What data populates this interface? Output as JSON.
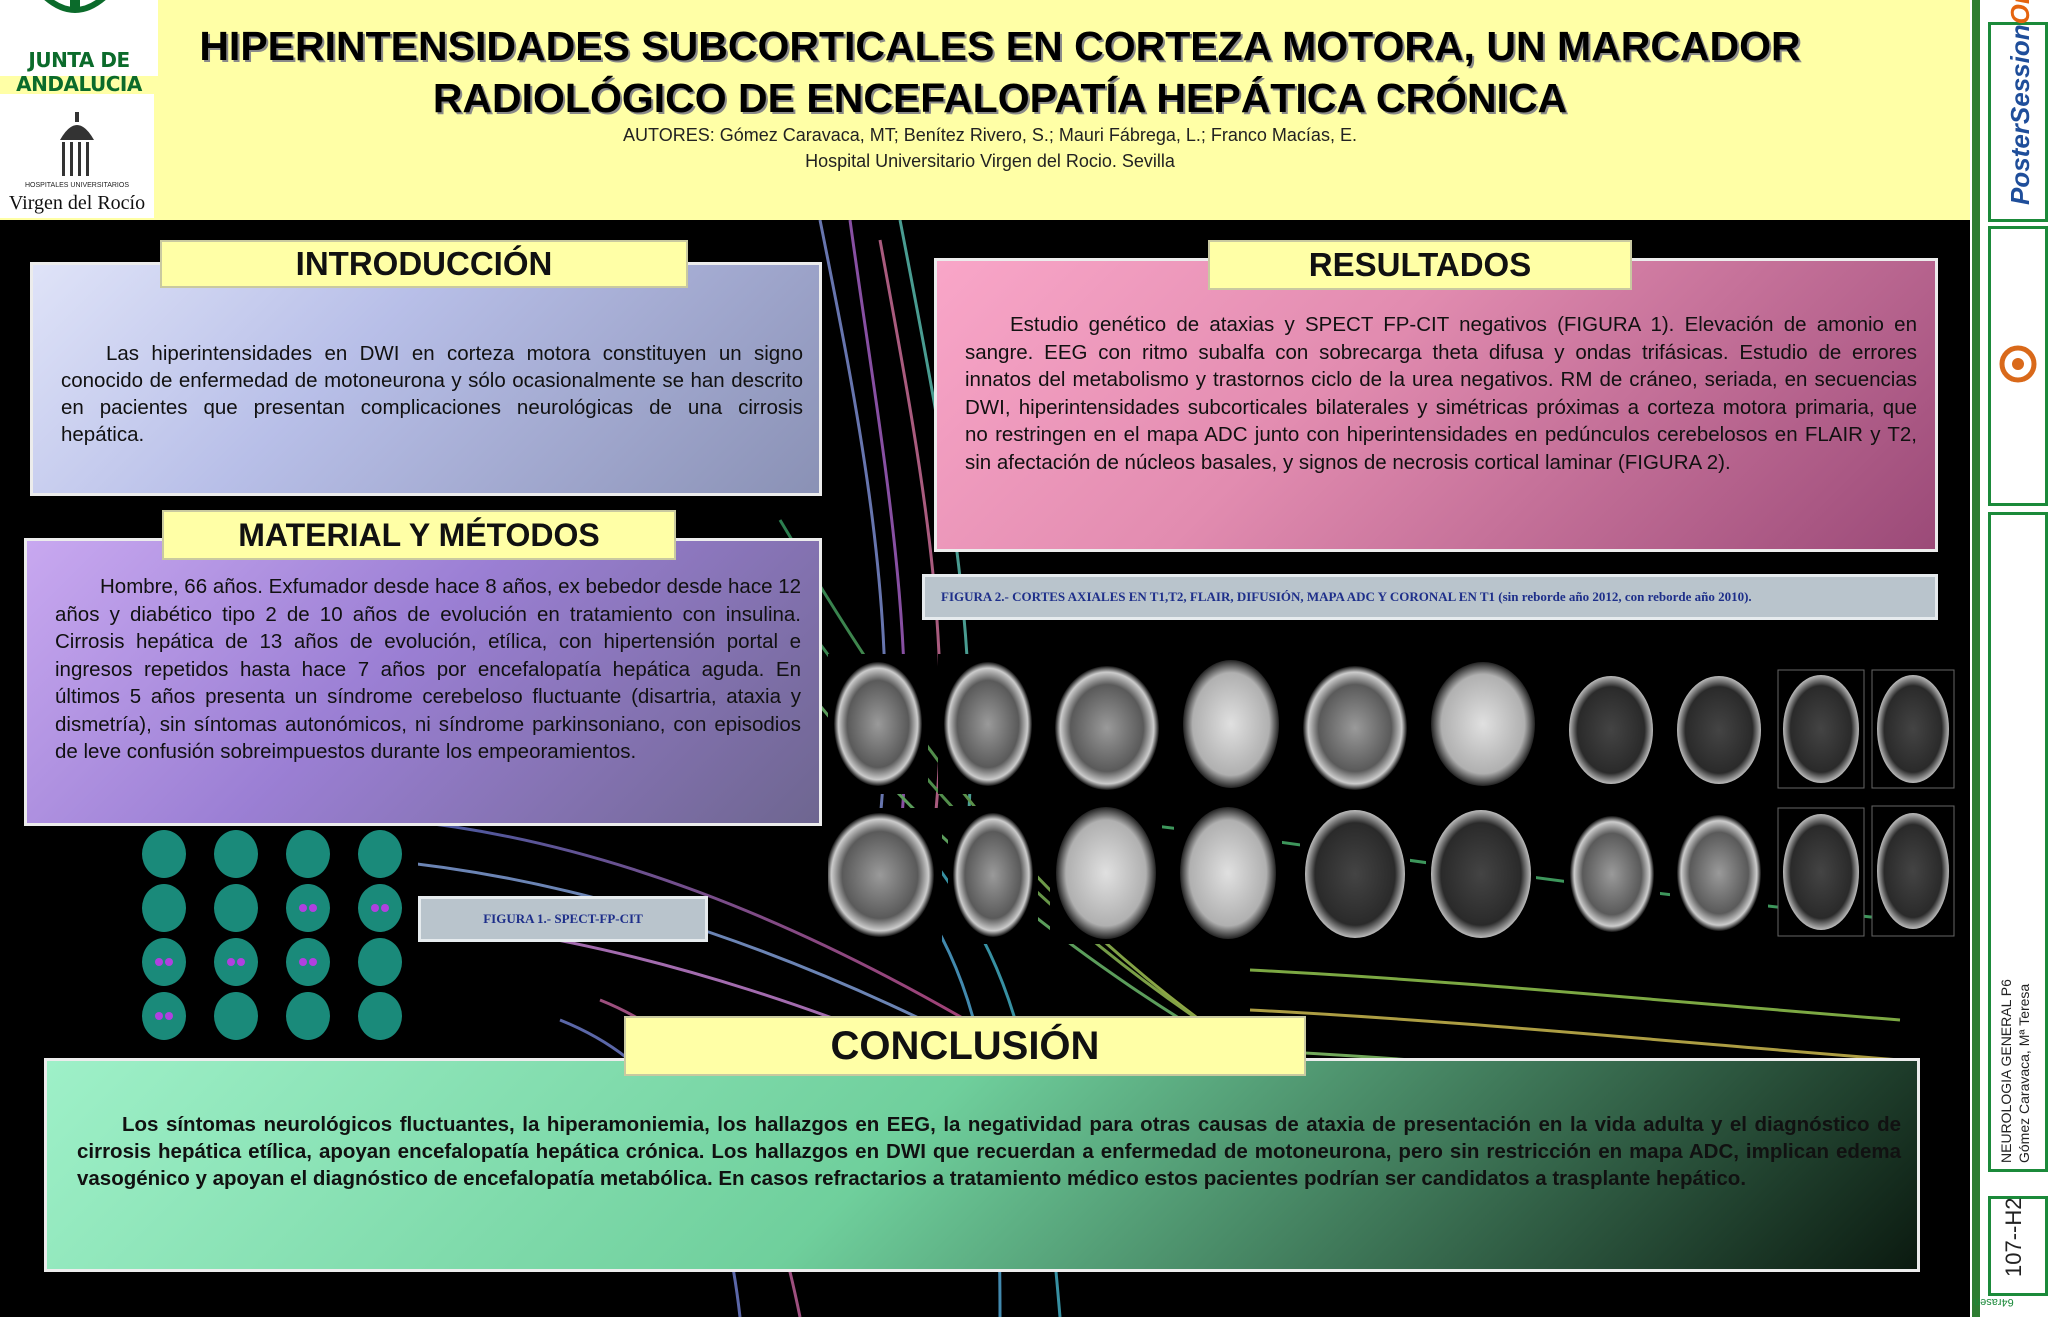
{
  "header": {
    "logo_junta_text": "JUNTA DE ANDALUCIA",
    "logo_hospital_small": "HOSPITALES UNIVERSITARIOS",
    "logo_hospital_name": "Virgen del Rocío",
    "title_line1": "HIPERINTENSIDADES SUBCORTICALES EN CORTEZA MOTORA, UN MARCADOR",
    "title_line2": "RADIOLÓGICO DE ENCEFALOPATÍA HEPÁTICA CRÓNICA",
    "authors": "AUTORES: Gómez Caravaca, MT; Benítez Rivero, S.; Mauri Fábrega, L.; Franco Macías, E.",
    "hospital": "Hospital Universitario Virgen del Rocio. Sevilla"
  },
  "introduccion": {
    "title": "INTRODUCCIÓN",
    "text": "Las hiperintensidades en DWI en corteza motora constituyen un signo conocido de enfermedad de motoneurona y sólo ocasionalmente se han descrito en pacientes que presentan complicaciones neurológicas de una cirrosis hepática."
  },
  "material": {
    "title": "MATERIAL Y MÉTODOS",
    "text": "Hombre, 66 años. Exfumador desde hace 8 años, ex bebedor desde hace 12 años y diabético tipo 2 de 10 años de evolución en tratamiento con insulina. Cirrosis hepática de 13 años de evolución, etílica, con hipertensión portal e ingresos repetidos hasta hace 7 años por encefalopatía hepática aguda. En últimos 5 años presenta un síndrome cerebeloso fluctuante (disartria, ataxia y dismetría), sin síntomas autonómicos, ni síndrome parkinsoniano, con episodios de leve confusión sobreimpuestos durante los empeoramientos."
  },
  "resultados": {
    "title": "RESULTADOS",
    "text": "Estudio genético de ataxias y SPECT FP-CIT negativos (FIGURA 1). Elevación de amonio en sangre. EEG con ritmo subalfa con sobrecarga theta difusa y ondas trifásicas. Estudio de errores innatos del metabolismo y trastornos ciclo de la urea negativos. RM de cráneo, seriada, en secuencias DWI, hiperintensidades subcorticales bilaterales y simétricas próximas a corteza motora primaria, que no restringen en el mapa ADC junto con hiperintensidades en pedúnculos cerebelosos en FLAIR y T2, sin afectación de núcleos basales, y signos de necrosis cortical laminar (FIGURA 2)."
  },
  "figura2_caption": "FIGURA 2.- CORTES AXIALES EN T1,T2, FLAIR, DIFUSIÓN, MAPA ADC Y CORONAL EN T1 (sin reborde año 2012, con reborde año 2010).",
  "figura1_caption": "FIGURA 1.- SPECT-FP-CIT",
  "conclusion": {
    "title": "CONCLUSIÓN",
    "text": "Los síntomas neurológicos fluctuantes, la hiperamoniemia, los hallazgos en EEG, la negatividad para otras causas de ataxia de presentación en la vida adulta y el diagnóstico de cirrosis hepática etílica, apoyan encefalopatía hepática crónica. Los hallazgos en DWI que recuerdan a enfermedad de motoneurona, pero sin restricción en mapa ADC, implican edema vasogénico y apoyan el diagnóstico de encefalopatía metabólica. En casos refractarios a tratamiento médico estos pacientes podrían ser candidatos a trasplante hepático."
  },
  "sidebar": {
    "brand_part1": "Poster",
    "brand_part2": "Session",
    "brand_part3": "Online",
    "category": "NEUROLOGIA GENERAL P6",
    "author": "Gómez Caravaca, Mª Teresa",
    "code": "107--H2",
    "footer": "64rasen"
  },
  "colors": {
    "header_bg": "#ffffa6",
    "title_blue": "#1e2f8a",
    "strip_green": "#1b8a3a"
  }
}
